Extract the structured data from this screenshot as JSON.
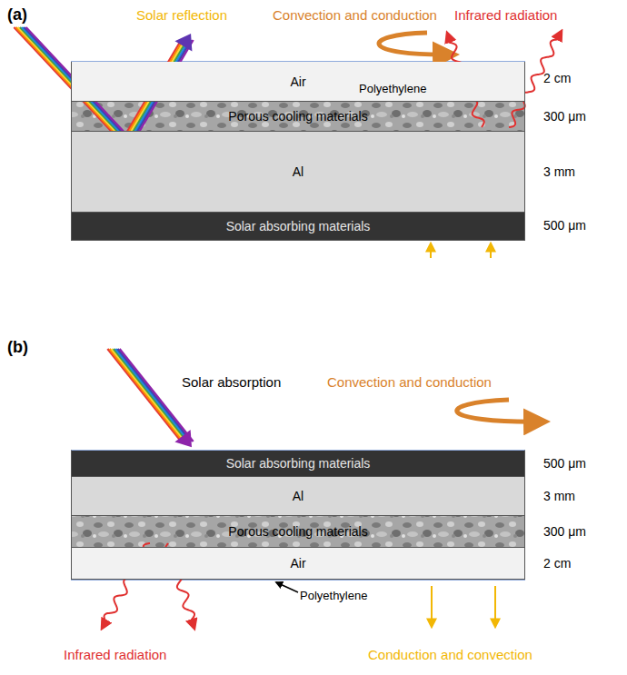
{
  "diagram": {
    "nodes": [
      {
        "text": [
          "Air"
        ]
      },
      {
        "text": [
          "Porous cooling materials"
        ]
      },
      {
        "text": [
          "Al"
        ]
      },
      {
        "text": [
          "Solar absorbing materials"
        ]
      },
      {
        "text": [
          "Solar absorbing materials"
        ]
      },
      {
        "text": [
          "Al"
        ]
      },
      {
        "text": [
          "Porous cooling materials"
        ]
      },
      {
        "text": [
          "Air"
        ]
      }
    ],
    "labels": [
      "(a)",
      "Solar reflection",
      "Convection and conduction",
      "Infrared radiation",
      "Polyethylene",
      "2 cm",
      "300 μm",
      "3 mm",
      "500 μm",
      "(b)",
      "Solar absorption",
      "Convection and conduction",
      "Polyethylene",
      "Infrared radiation",
      "Conduction and convection",
      "500 μm",
      "3 mm",
      "300 μm",
      "2 cm"
    ]
  }
}
